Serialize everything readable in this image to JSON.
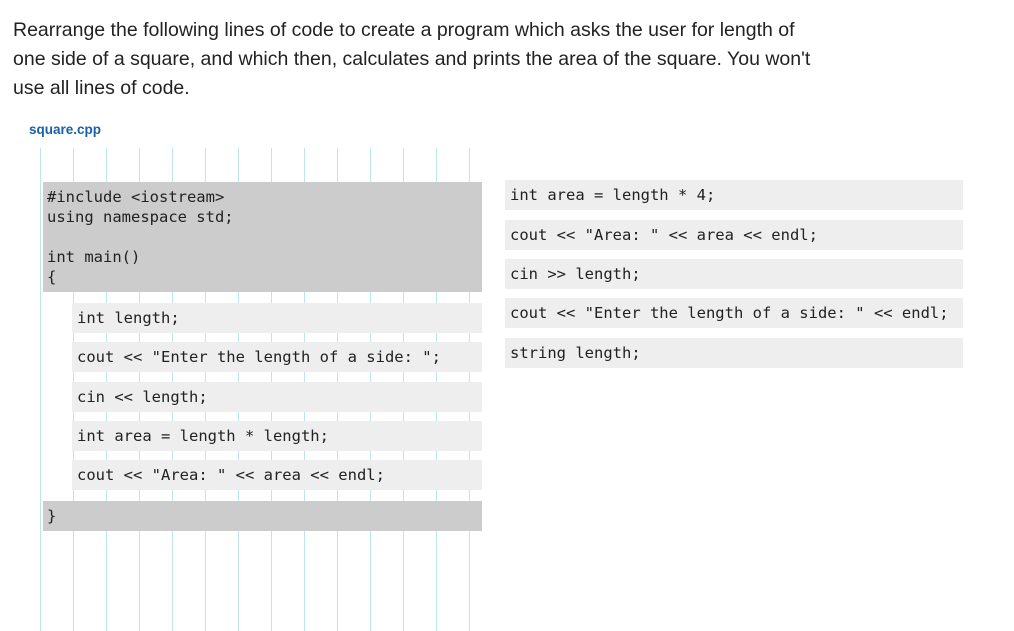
{
  "prompt": {
    "text": "Rearrange the following lines of code to create a program which asks the user for length of one side of a square, and which then, calculates and prints the area of the square. You won't use all lines of code."
  },
  "file": {
    "name": "square.cpp"
  },
  "solution": {
    "header": "#include <iostream>\nusing namespace std;\n\nint main()\n{",
    "lines": [
      "int length;",
      "cout << \"Enter the length of a side: \";",
      "cin << length;",
      "int area = length * length;",
      "cout << \"Area: \" << area << endl;"
    ],
    "footer": "}"
  },
  "source": {
    "lines": [
      "int area = length * 4;",
      "cout << \"Area: \" << area << endl;",
      "cin >> length;",
      "cout << \"Enter the length of a side: \" << endl;",
      "string length;"
    ]
  }
}
